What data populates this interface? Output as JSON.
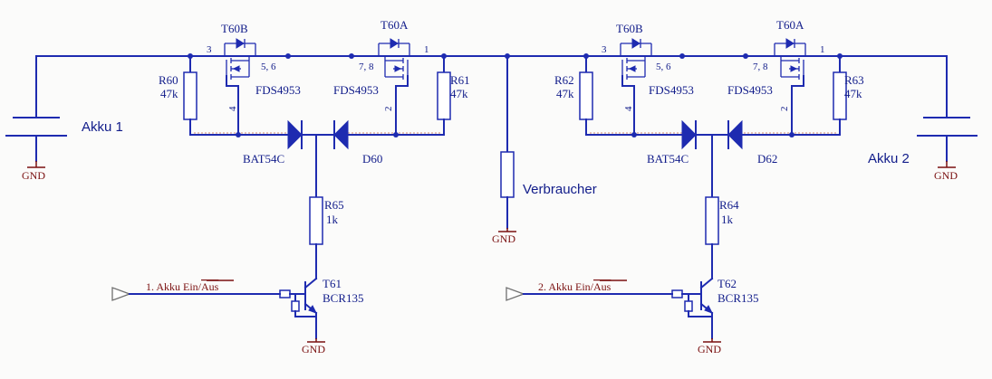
{
  "labels": {
    "akku1": "Akku 1",
    "akku2": "Akku 2",
    "verbraucher": "Verbraucher",
    "gnd": "GND",
    "t60b": "T60B",
    "t60a": "T60A",
    "fds": "FDS4953",
    "bat": "BAT54C",
    "d60": "D60",
    "d62": "D62",
    "r60": "R60",
    "r61": "R61",
    "r62": "R62",
    "r63": "R63",
    "r64": "R64",
    "r65": "R65",
    "v47k": "47k",
    "v1k": "1k",
    "t61": "T61",
    "t62": "T62",
    "bcr": "BCR135",
    "pin3": "3",
    "pin1": "1",
    "pin56": "5, 6",
    "pin78": "7, 8",
    "pin4": "4",
    "pin2": "2",
    "in1": "1. Akku Ein/",
    "in2": "2. Akku Ein/",
    "aus": "Aus"
  },
  "colors": {
    "wire": "#1e2bb0",
    "text": "#111c8a",
    "ground": "#7a1010",
    "net": "#d08a70"
  }
}
